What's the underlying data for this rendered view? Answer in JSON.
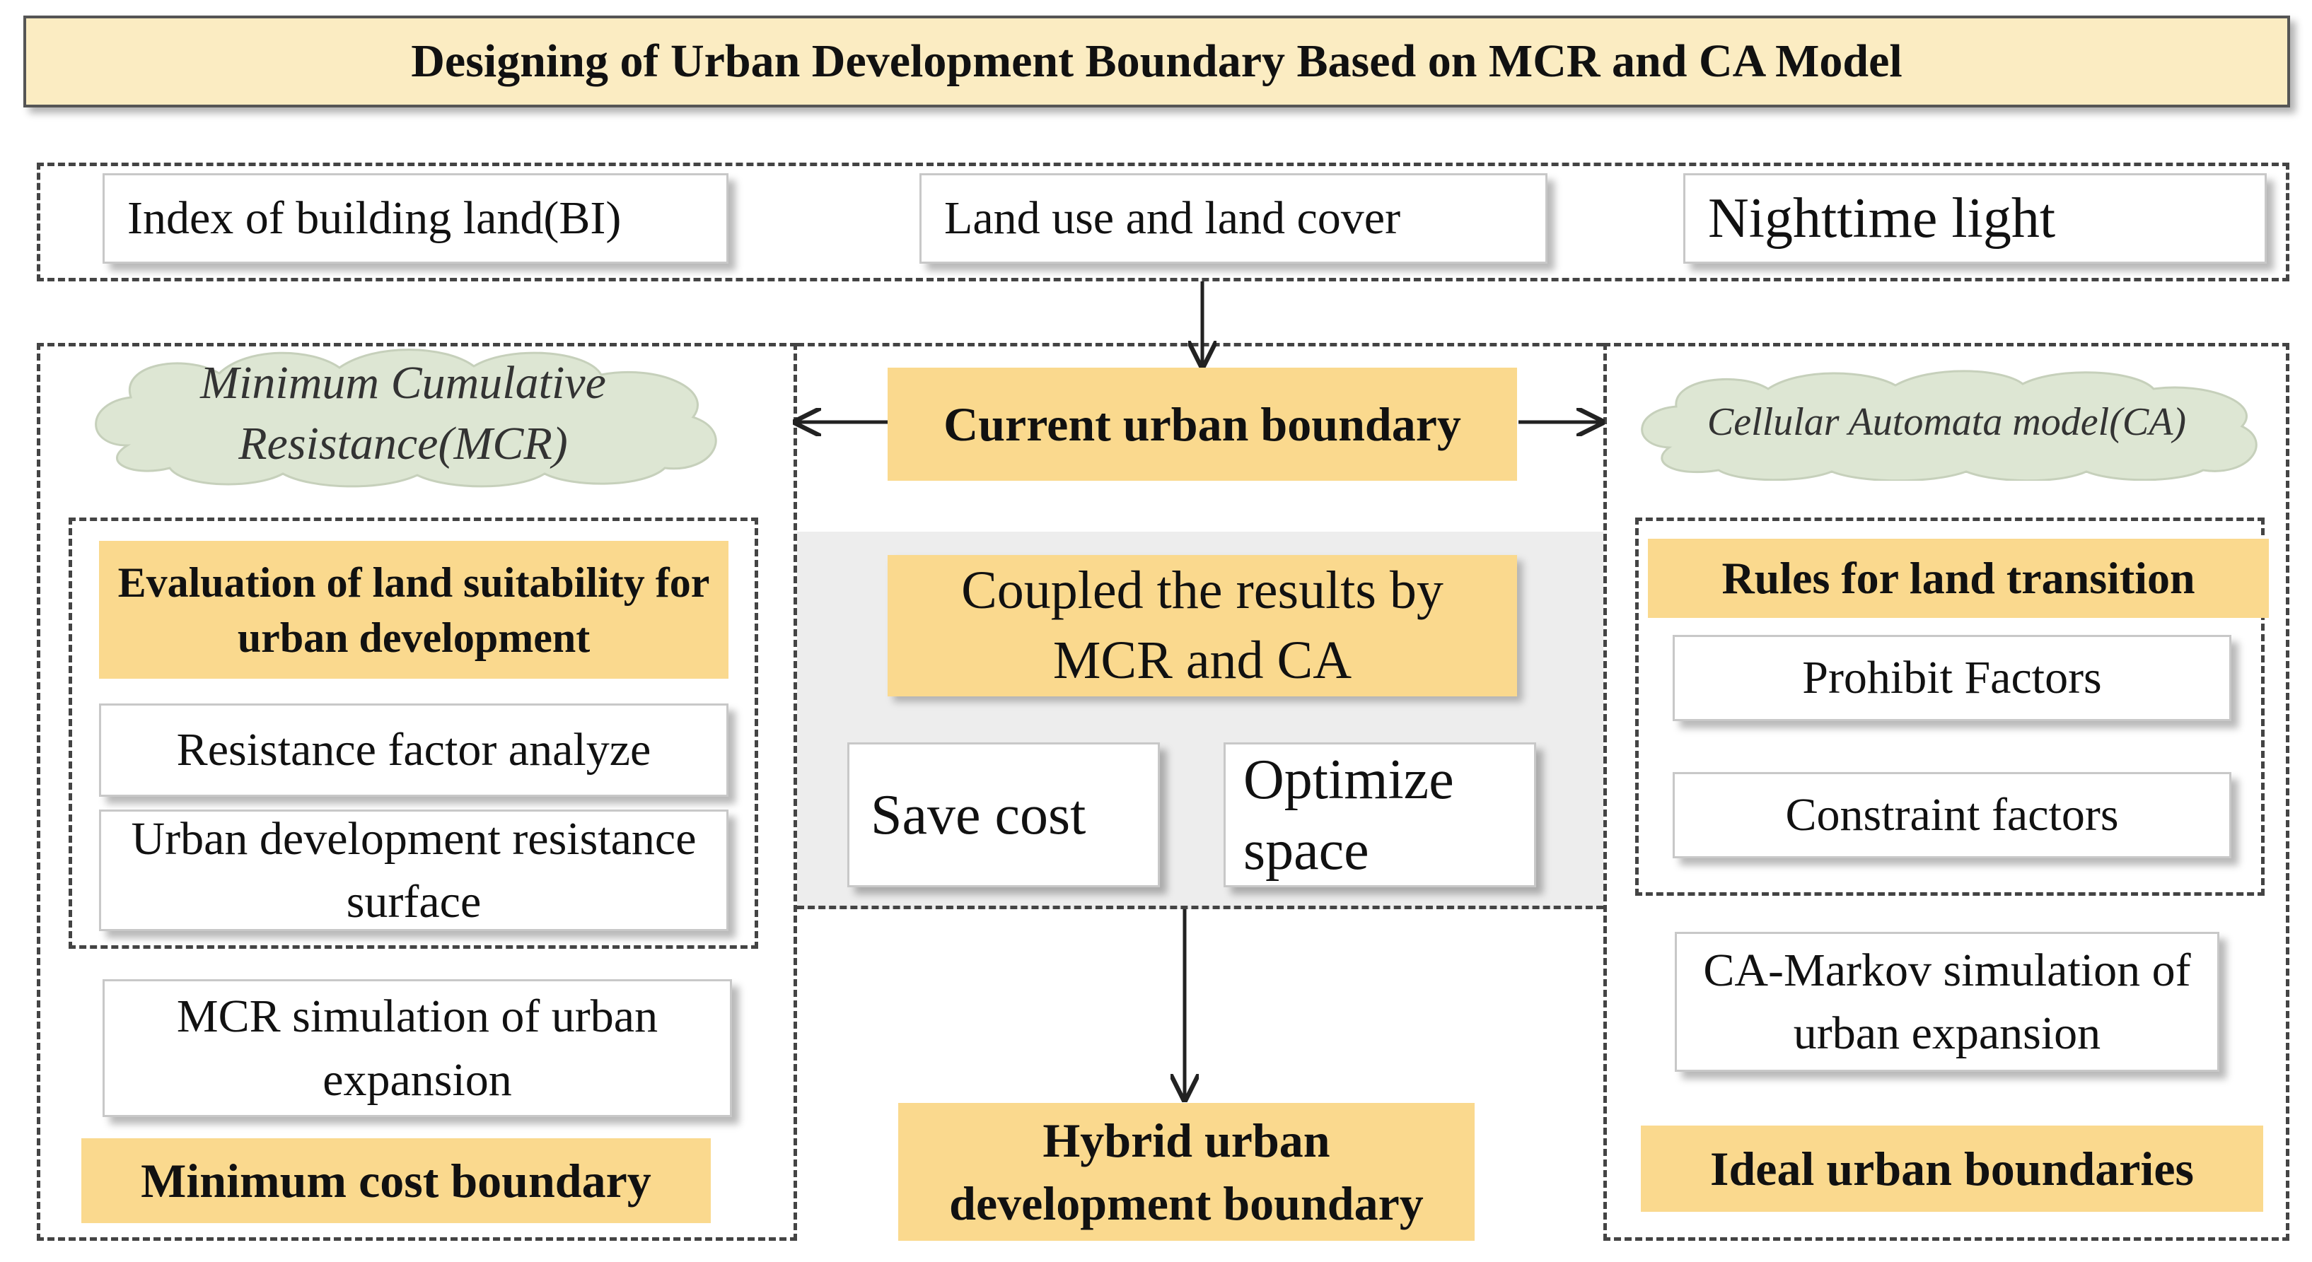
{
  "title": "Designing of Urban Development Boundary Based on MCR and CA Model",
  "inputs": {
    "bi": "Index of building land(BI)",
    "lulc": "Land use and land cover",
    "ntl": "Nighttime light"
  },
  "center": {
    "current_boundary": "Current urban boundary",
    "coupled": "Coupled the results by MCR and CA",
    "save_cost": "Save cost",
    "optimize_space": "Optimize space",
    "hybrid": "Hybrid urban development boundary"
  },
  "mcr": {
    "cloud": "Minimum Cumulative Resistance(MCR)",
    "evaluation": "Evaluation of land suitability for urban development",
    "resistance_factor": "Resistance factor analyze",
    "resistance_surface": "Urban development resistance surface",
    "simulation": "MCR simulation of urban expansion",
    "result": "Minimum cost boundary"
  },
  "ca": {
    "cloud": "Cellular Automata model(CA)",
    "rules": "Rules for land transition",
    "prohibit": "Prohibit Factors",
    "constraint": "Constraint factors",
    "simulation": "CA-Markov simulation of  urban expansion",
    "result": "Ideal urban boundaries"
  }
}
